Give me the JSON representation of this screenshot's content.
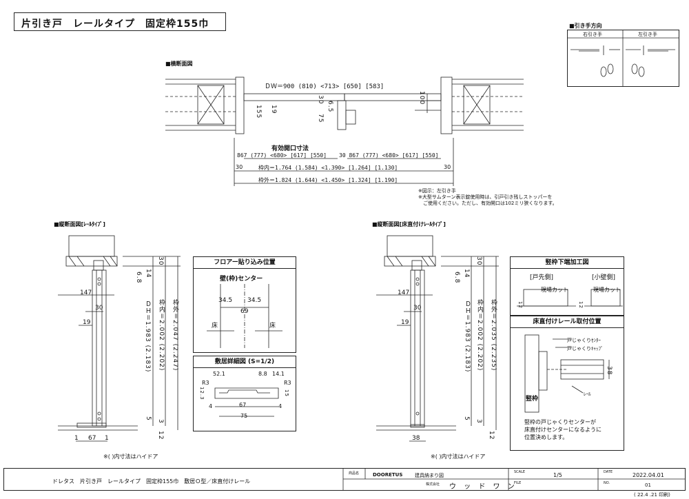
{
  "title": "片引き戸　レールタイプ　固定枠155巾",
  "hand_direction": {
    "label": "■引き手方向",
    "right": "右引き手",
    "left": "左引き手"
  },
  "horizontal_section": {
    "label": "■横断面図",
    "dw_text": "ＤＷ＝900 (810) <713> [650] [583]",
    "dims_inside": [
      "155",
      "19",
      "30",
      "6.5",
      "75",
      "100"
    ],
    "effective_label": "有効開口寸法",
    "effective_left": "867 (777) <680> [617] [550]",
    "effective_right": "30 867 (777) <680> [617] [550]",
    "side_30_left": "30",
    "side_30_right": "30",
    "frame_inner": "枠内＝1.764 (1.584) <1.390> [1.264] [1.130]",
    "frame_outer": "枠外＝1.824 (1.644) <1.450> [1.324] [1.190]"
  },
  "notes": {
    "n1": "※図示：左引き手",
    "n2": "※大型サムターン表示錠使用時は、引戸引き残しストッパーを",
    "n3": "　ご使用ください。ただし、有効開口は102ミリ狭くなります。"
  },
  "left_vertical": {
    "label": "■縦断面図[ﾚｰﾙﾀｲﾌﾟ]",
    "d147": "147",
    "d30": "30",
    "d19": "19",
    "d6_8": "6.8",
    "d14": "14",
    "d30_top": "30",
    "dh": "ＤＨ＝1.983 (2.183)",
    "inner": "枠内＝2.002 (2.202)",
    "outer": "枠外＝2.047 (2.247)",
    "d5": "5",
    "d3": "3",
    "d12": "12",
    "d1a": "1",
    "d67": "67",
    "d1b": "1",
    "footnote": "※( )内寸法はハイドア"
  },
  "floor_panel": {
    "title": "フロアー貼り込み位置",
    "center": "壁(枠)センター",
    "d_l": "34.5",
    "d_r": "34.5",
    "d69": "69",
    "floor_l": "床",
    "floor_r": "床"
  },
  "threshold_panel": {
    "title": "敷居詳細図 (S=1/2)",
    "d52": "52.1",
    "d88": "8.8",
    "d141": "14.1",
    "r3a": "R3",
    "r3b": "R3",
    "d12_3": "12.3",
    "d15": "15",
    "d4a": "4",
    "d4b": "4",
    "d67": "67",
    "d75": "75"
  },
  "right_vertical": {
    "label": "■縦断面図[床直付けﾚｰﾙﾀｲﾌﾟ]",
    "d147": "147",
    "d30": "30",
    "d19": "19",
    "d6_8": "6.8",
    "d14": "14",
    "d30_top": "30",
    "dh": "ＤＨ＝1.983 (2.183)",
    "inner": "枠内＝2.002 (2.202)",
    "outer": "枠外＝2.035 (2.235)",
    "d5": "5",
    "d3": "3",
    "d12": "12",
    "d38": "38",
    "footnote": "※( )内寸法はハイドア"
  },
  "frame_bottom_panel": {
    "title": "竪枠下端加工図",
    "door_side": "[戸先側]",
    "wall_side": "[小壁側]",
    "cut_a": "現場カット",
    "cut_b": "現場カット",
    "d12a": "12",
    "d12b": "12"
  },
  "rail_panel": {
    "title": "床直付けレール取付位置",
    "center": "戸じゃくりｾﾝﾀｰ",
    "cap": "戸じゃくりｷｬｯﾌﾟ",
    "rail": "ﾚｰﾙ",
    "frame": "竪枠",
    "d38": "38",
    "note1": "竪枠の戸じゃくりセンターが",
    "note2": "床直付けセンターになるように",
    "note3": "位置決めします。"
  },
  "title_block": {
    "description": "ドレタス　片引き戸　レールタイプ　固定枠155巾　敷居Ｏ型／床直付けレール",
    "series_label": "商品名",
    "series": "DOORETUS",
    "drawing": "建具納まり図",
    "company_label": "株式会社",
    "company": "ウ ッ ド ワ ン",
    "scale_label": "SCALE",
    "scale": "1/5",
    "file_label": "FILE",
    "date_label": "DATE",
    "date": "2022.04.01",
    "no_label": "NO.",
    "no": "01",
    "printed": "( 22.4 .21 印刷)"
  },
  "colors": {
    "line": "#222222",
    "paper": "#ffffff"
  }
}
